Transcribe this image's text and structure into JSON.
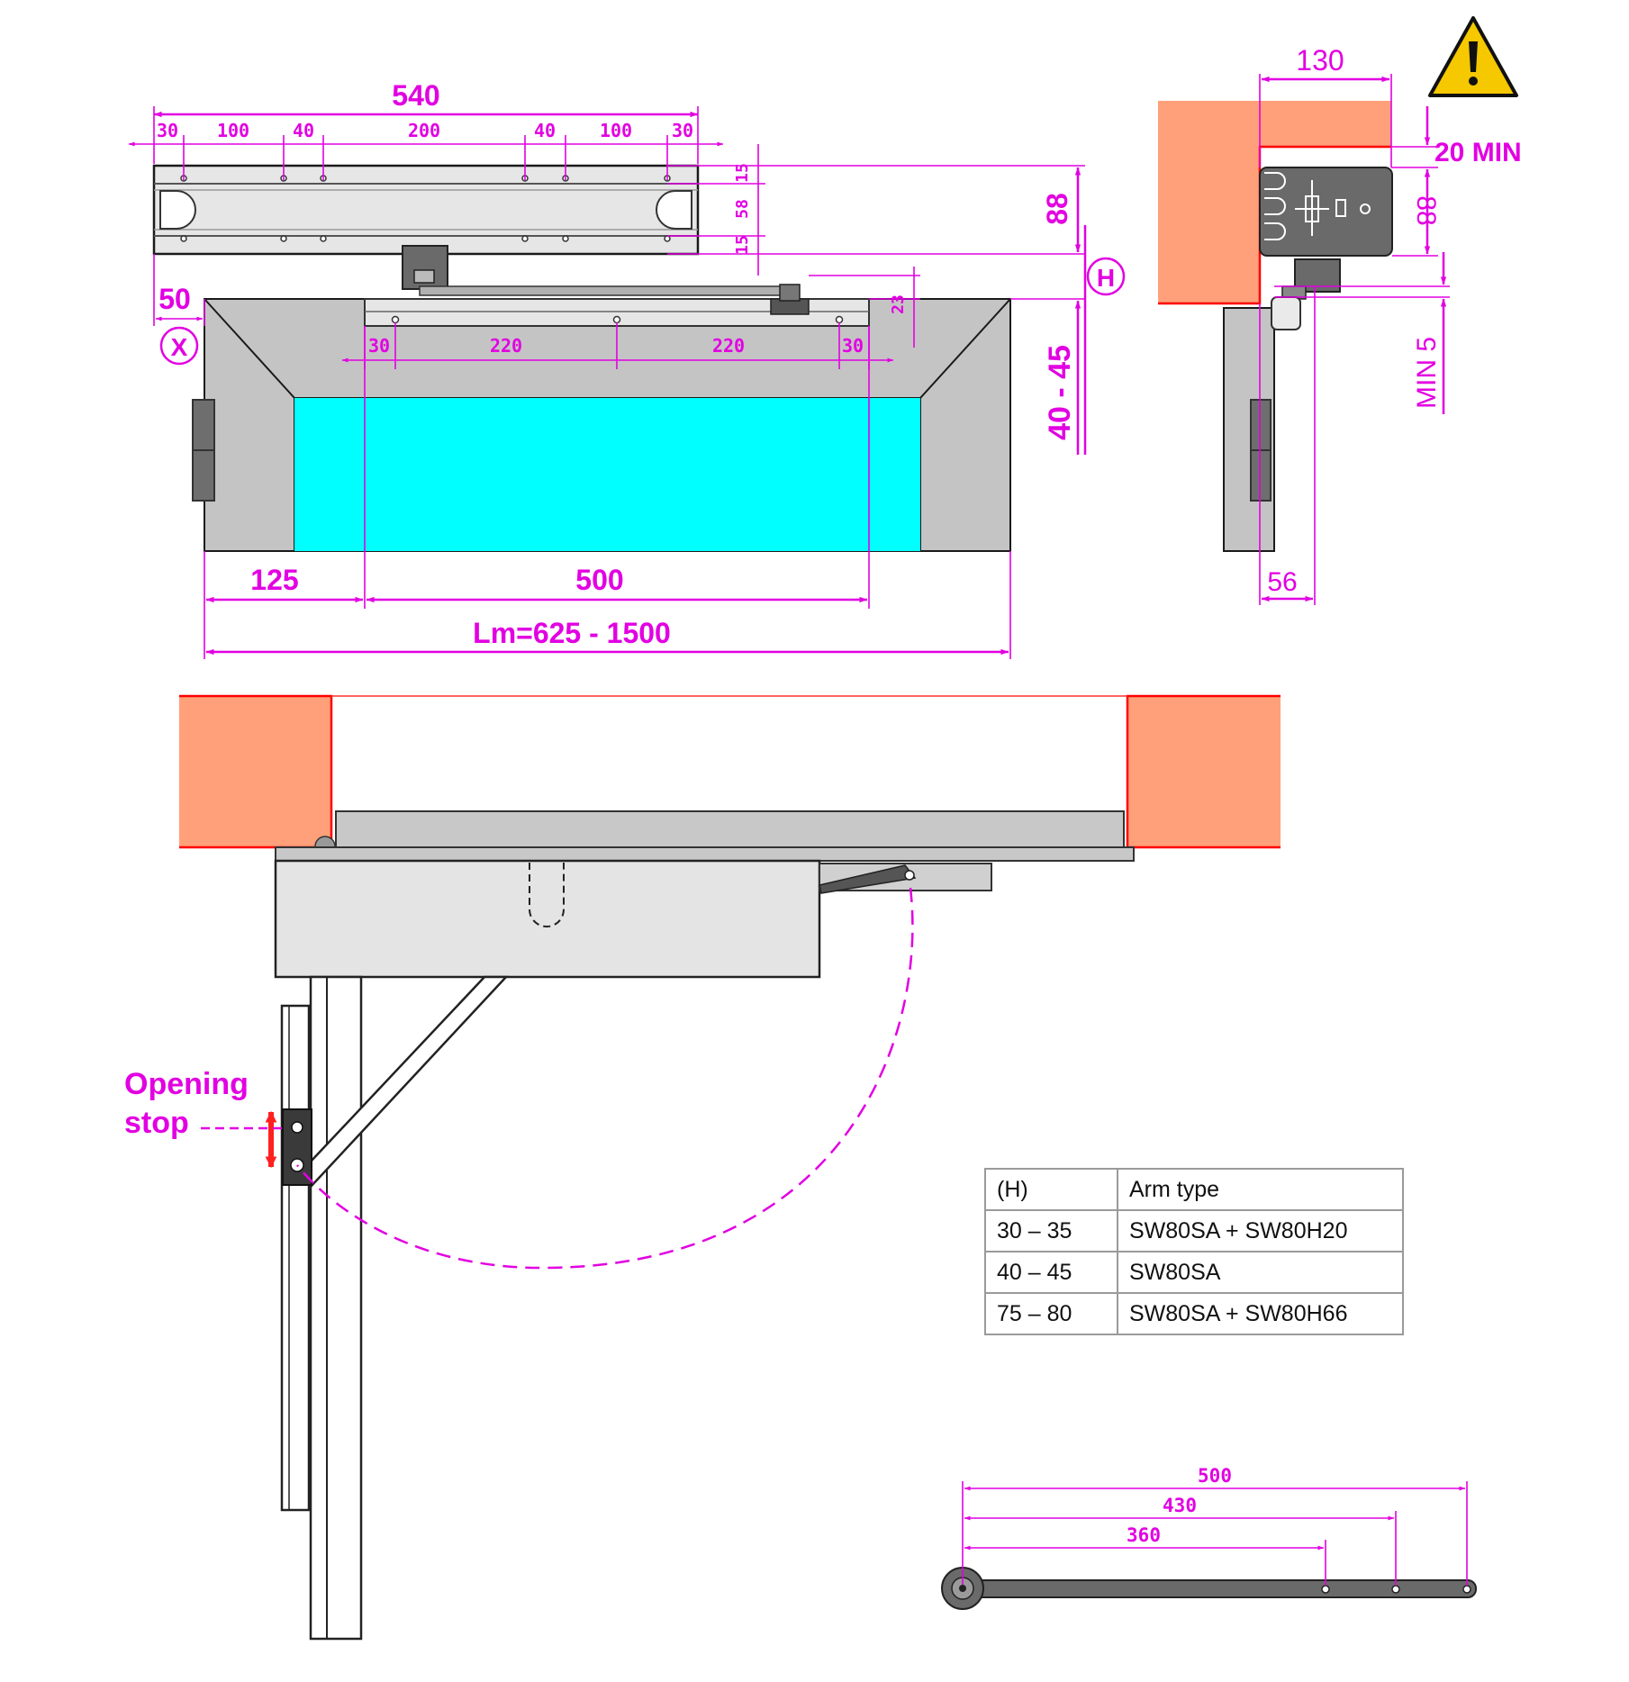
{
  "front_view": {
    "top_dims": {
      "overall": "540",
      "segments": [
        "30",
        "100",
        "40",
        "200",
        "40",
        "100",
        "30"
      ]
    },
    "side_dims": [
      "15",
      "58",
      "15"
    ],
    "height_dim": "88",
    "offset_dim": "50",
    "marker_x": "X",
    "marker_h": "H",
    "rail_gap_dim": "23",
    "rail_dims": [
      "30",
      "220",
      "220",
      "30"
    ],
    "h_range": "40 - 45",
    "bottom_dims": {
      "left": "125",
      "middle": "500",
      "total": "Lm=625 - 1500"
    }
  },
  "side_view": {
    "width_dim": "130",
    "clearance_dim": "20 MIN",
    "height_dim": "88",
    "min_dim": "MIN 5",
    "depth_dim": "56"
  },
  "plan_view": {
    "callout_line1": "Opening",
    "callout_line2": "stop"
  },
  "arm_table": {
    "header": [
      "(H)",
      "Arm type"
    ],
    "rows": [
      [
        "30 – 35",
        "SW80SA + SW80H20"
      ],
      [
        "40 – 45",
        "SW80SA"
      ],
      [
        "75 – 80",
        "SW80SA + SW80H66"
      ]
    ]
  },
  "arm_detail": {
    "dims": [
      "500",
      "430",
      "360"
    ]
  },
  "colors": {
    "dimension": "#e200e2",
    "wall": "#ffa07a",
    "wall_edge": "#ff0000",
    "glass": "#00ffff",
    "frame": "#c0c0c0",
    "operator": "#e4e4e4",
    "warning": "#f5c800"
  },
  "icons": [
    "warning-icon"
  ]
}
